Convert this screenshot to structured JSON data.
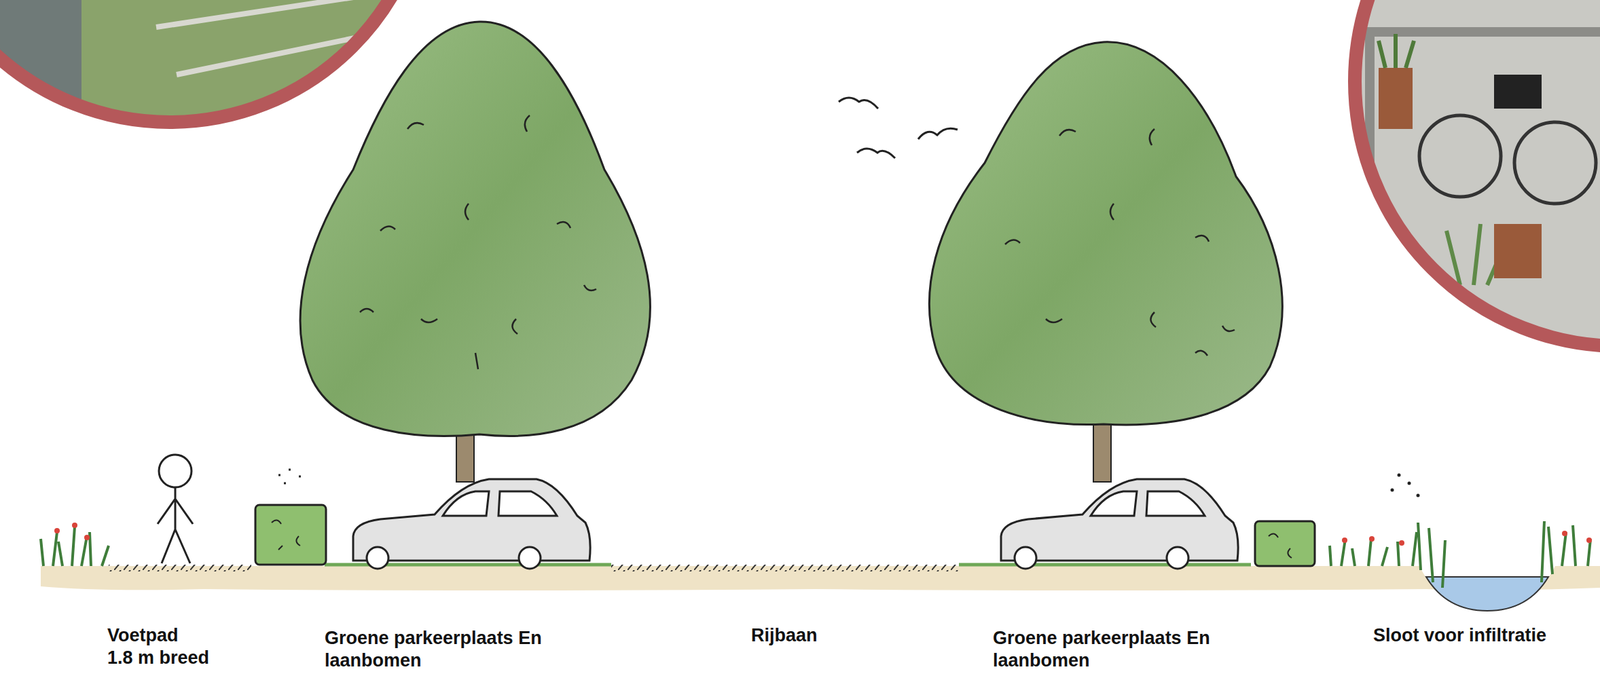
{
  "diagram": {
    "labels": [
      "Voetpad",
      "1.8 m breed",
      "Groene parkeerplaats En laanbomen",
      "Rijbaan",
      "Groene parkeerplaats En laanbomen",
      "Sloot voor infiltratie"
    ]
  }
}
